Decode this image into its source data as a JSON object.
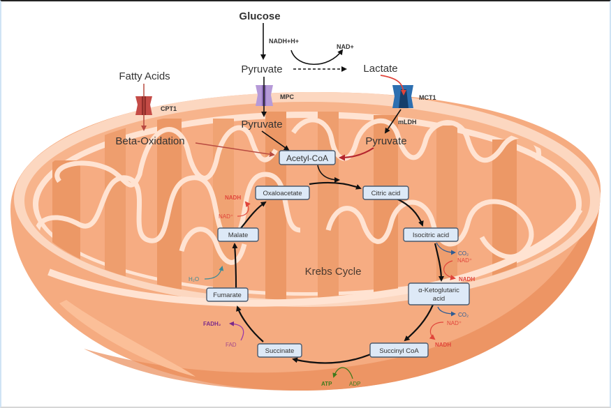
{
  "diagram": {
    "title_center": "Krebs Cycle",
    "colors": {
      "outer_membrane": "#fcd9c4",
      "intermembrane": "#f9b48c",
      "matrix": "#f5a77b",
      "matrix_dark": "#e98a56",
      "cristae_border": "#ffe4d4",
      "node_fill": "#dde9f7",
      "node_border": "#4a5a6e",
      "cpt1": "#c44b46",
      "mpc": "#b69ad8",
      "mct1": "#2d6fb0",
      "nadh_red": "#e0443a",
      "co2_blue": "#2f5c93",
      "fadh2_purple": "#7a2a8a",
      "atp_green": "#3d7a1c",
      "h2o_teal": "#3a8a98"
    },
    "inputs": {
      "glucose": "Glucose",
      "pyruvate_outer": "Pyruvate",
      "lactate": "Lactate",
      "fatty_acids": "Fatty Acids",
      "nadh_h": "NADH+H+",
      "nad_plus": "NAD+"
    },
    "transporters": {
      "cpt1": "CPT1",
      "mpc": "MPC",
      "mct1": "MCT1",
      "mldh": "mLDH"
    },
    "inner": {
      "pyruvate_mpc": "Pyruvate",
      "pyruvate_mldh": "Pyruvate",
      "beta_oxidation": "Beta-Oxidation",
      "acetyl_coa": "Acetyl-CoA"
    },
    "cycle_nodes": [
      {
        "id": "oxaloacetate",
        "label": "Oxaloacetate"
      },
      {
        "id": "citric",
        "label": "Citric acid"
      },
      {
        "id": "isocitric",
        "label": "Isocitric acid"
      },
      {
        "id": "aketo",
        "label": "α-Ketoglutaric",
        "label2": "acid"
      },
      {
        "id": "succinylcoa",
        "label": "Succinyl CoA"
      },
      {
        "id": "succinate",
        "label": "Succinate"
      },
      {
        "id": "fumarate",
        "label": "Fumarate"
      },
      {
        "id": "malate",
        "label": "Malate"
      }
    ],
    "cofactors": {
      "malate_nad": "NAD⁺",
      "malate_nadh": "NADH",
      "iso_co2": "CO₂",
      "iso_nad": "NAD⁺",
      "iso_nadh": "NADH",
      "ak_co2": "CO₂",
      "ak_nad": "NAD⁺",
      "ak_nadh": "NADH",
      "atp": "ATP",
      "adp": "ADP",
      "fadh2": "FADH₂",
      "fad": "FAD",
      "h2o": "H₂O"
    }
  }
}
